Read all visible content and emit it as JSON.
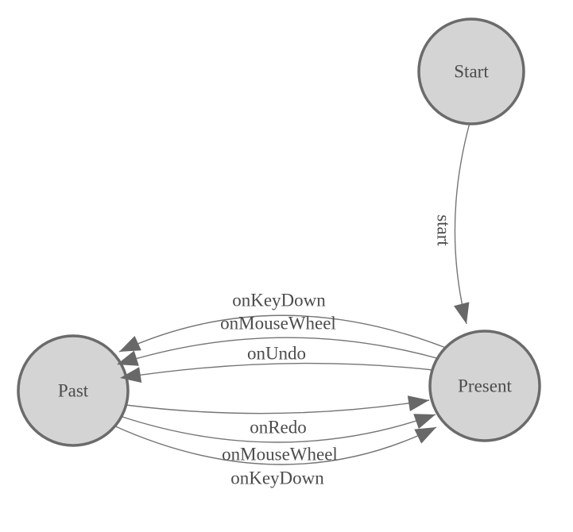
{
  "diagram": {
    "type": "state-machine",
    "colors": {
      "background": "#ffffff",
      "node_fill": "#d4d4d4",
      "node_stroke": "#6b6b6b",
      "edge_line": "#757575",
      "arrowhead": "#686868",
      "label_text": "#4c4c4c"
    },
    "nodes": [
      {
        "id": "start",
        "label": "Start"
      },
      {
        "id": "present",
        "label": "Present"
      },
      {
        "id": "past",
        "label": "Past"
      }
    ],
    "edges": [
      {
        "id": "start-to-present",
        "from": "Start",
        "to": "Present",
        "label": "start"
      },
      {
        "id": "present-to-past-keydown",
        "from": "Present",
        "to": "Past",
        "label": "onKeyDown"
      },
      {
        "id": "present-to-past-mousewheel",
        "from": "Present",
        "to": "Past",
        "label": "onMouseWheel"
      },
      {
        "id": "present-to-past-undo",
        "from": "Present",
        "to": "Past",
        "label": "onUndo"
      },
      {
        "id": "past-to-present-redo",
        "from": "Past",
        "to": "Present",
        "label": "onRedo"
      },
      {
        "id": "past-to-present-mousewheel",
        "from": "Past",
        "to": "Present",
        "label": "onMouseWheel"
      },
      {
        "id": "past-to-present-keydown",
        "from": "Past",
        "to": "Present",
        "label": "onKeyDown"
      }
    ]
  }
}
